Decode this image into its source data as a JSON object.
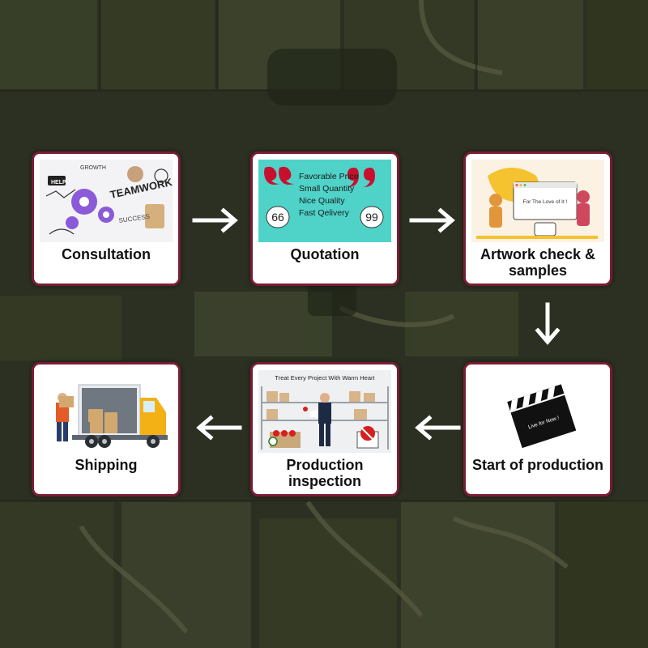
{
  "steps": {
    "consultation": {
      "label": "Consultation",
      "image_words": [
        "TEAMWORK",
        "SUCCESS",
        "HELP",
        "GROWTH"
      ]
    },
    "quotation": {
      "label": "Quotation",
      "lines": [
        "Favorable Price",
        "Small Quantity",
        "Nice Quality",
        "Fast Qelivery"
      ],
      "quote_left": "66",
      "quote_right": "99"
    },
    "artwork": {
      "label": "Artwork check &\nsamples",
      "banner": "For The Love of It !"
    },
    "start": {
      "label": "Start of production",
      "clapper_text": "Live for Now !"
    },
    "inspection": {
      "label": "Production\ninspection",
      "banner": "Treat Every Project With Warm Heart"
    },
    "shipping": {
      "label": "Shipping"
    }
  },
  "colors": {
    "card_border": "#7a1c34",
    "arrow": "#ffffff",
    "background": "#2a2f22"
  }
}
